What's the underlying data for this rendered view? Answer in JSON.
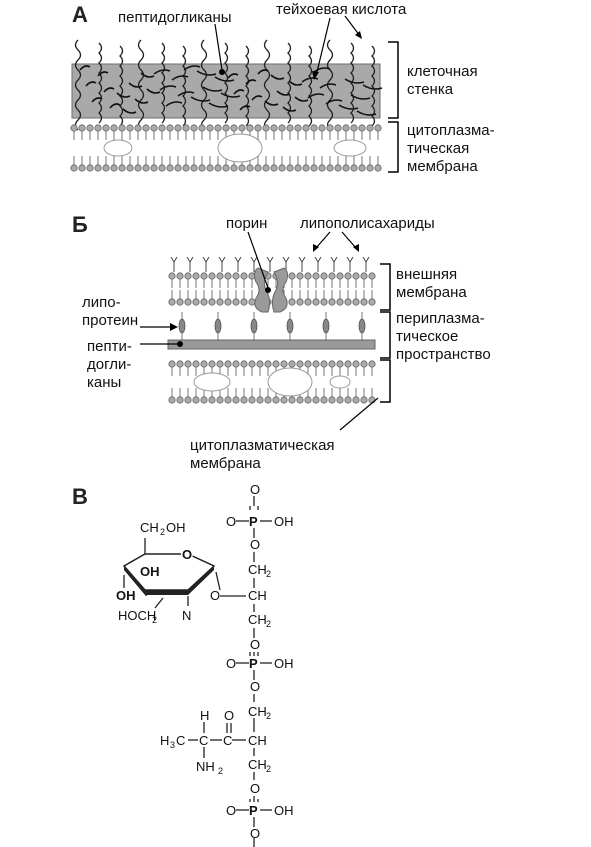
{
  "panel_a": {
    "letter": "А",
    "peptidoglycans": "пептидогликаны",
    "teichoic_acid": "тейхоевая кислота",
    "cell_wall_line1": "клеточная",
    "cell_wall_line2": "стенка",
    "cyto_line1": "цитоплазма-",
    "cyto_line2": "тическая",
    "cyto_line3": "мембрана"
  },
  "panel_b": {
    "letter": "Б",
    "porin": "порин",
    "lps": "липополисахариды",
    "outer_line1": "внешняя",
    "outer_line2": "мембрана",
    "peri_line1": "периплазма-",
    "peri_line2": "тическое",
    "peri_line3": "пространство",
    "lipo_line1": "липо-",
    "lipo_line2": "протеин",
    "pepti_line1": "пепти-",
    "pepti_line2": "догли-",
    "pepti_line3": "каны",
    "cyto_line1": "цитоплазматическая",
    "cyto_line2": "мембрана"
  },
  "panel_c": {
    "letter": "В",
    "o": "O",
    "p": "P",
    "oh": "OH",
    "ch2": "CH",
    "ch": "CH",
    "c": "C",
    "h": "H",
    "n": "N",
    "nh": "NH",
    "h3c": "H",
    "h3c_c": "C",
    "sub2": "2",
    "sub3": "3",
    "ring_ch2oh_a": "CH",
    "ring_ch2oh_b": "OH",
    "hoch2_a": "HOCH"
  }
}
